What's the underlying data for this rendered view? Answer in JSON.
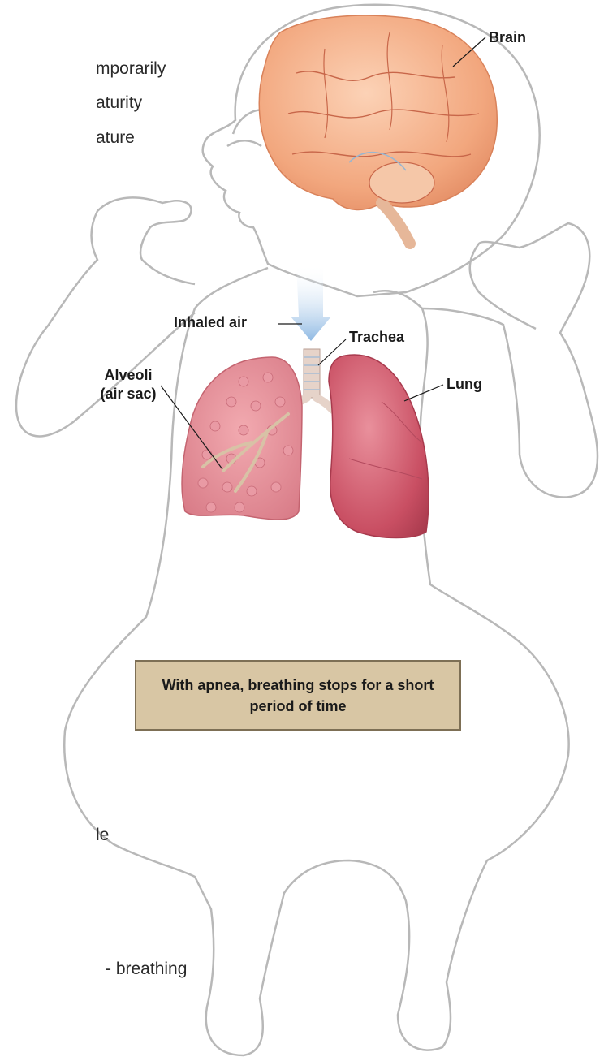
{
  "side_text": {
    "line1": "mporarily",
    "line2": "aturity",
    "line3": "ature",
    "line4": "le",
    "line5": "- breathing"
  },
  "labels": {
    "brain": "Brain",
    "inhaled_air": "Inhaled air",
    "trachea": "Trachea",
    "alveoli_line1": "Alveoli",
    "alveoli_line2": "(air sac)",
    "lung": "Lung"
  },
  "caption": "With apnea, breathing stops for a short period of time",
  "colors": {
    "body_outline": "#b8b8b8",
    "brain": "#f2a77e",
    "left_lung": "#e08a95",
    "right_lung": "#c94f63",
    "caption_bg": "#d8c6a4",
    "caption_border": "#7d6f55",
    "airflow": "#9cc3e8"
  }
}
